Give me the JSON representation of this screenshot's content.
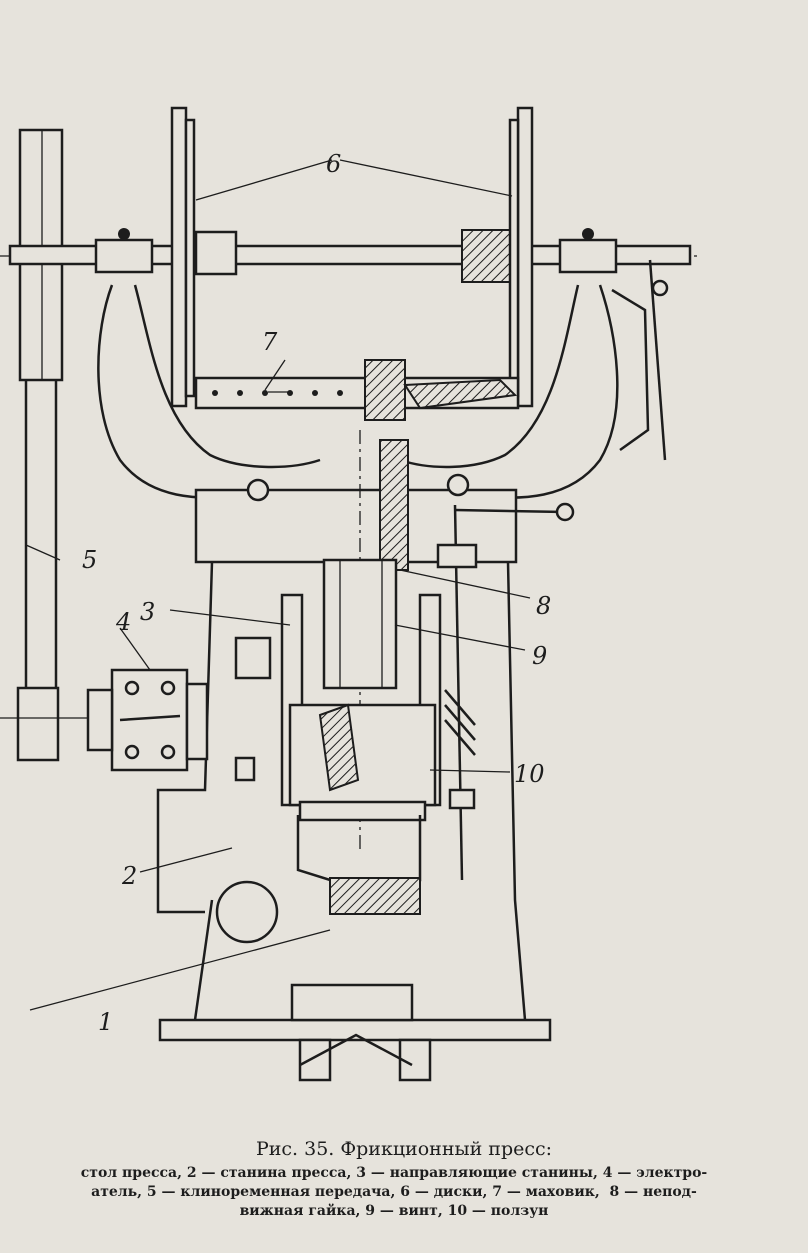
{
  "figure": {
    "caption_title": "Рис. 35. Фрикционный пресс:",
    "caption_lines": [
      "стол пресса, 2 — станина пресса, 3 — направляющие станины, 4 — электро-",
      "атель, 5 — клиноременная передача, 6 — диски, 7 — маховик,  8 — непод-",
      "вижная гайка, 9 — винт, 10 — ползун"
    ]
  },
  "callouts": [
    {
      "id": "1",
      "text": "1"
    },
    {
      "id": "2",
      "text": "2"
    },
    {
      "id": "3",
      "text": "3"
    },
    {
      "id": "4",
      "text": "4"
    },
    {
      "id": "5",
      "text": "5"
    },
    {
      "id": "6",
      "text": "6"
    },
    {
      "id": "7",
      "text": "7"
    },
    {
      "id": "8",
      "text": "8"
    },
    {
      "id": "9",
      "text": "9"
    },
    {
      "id": "10",
      "text": "10"
    }
  ]
}
